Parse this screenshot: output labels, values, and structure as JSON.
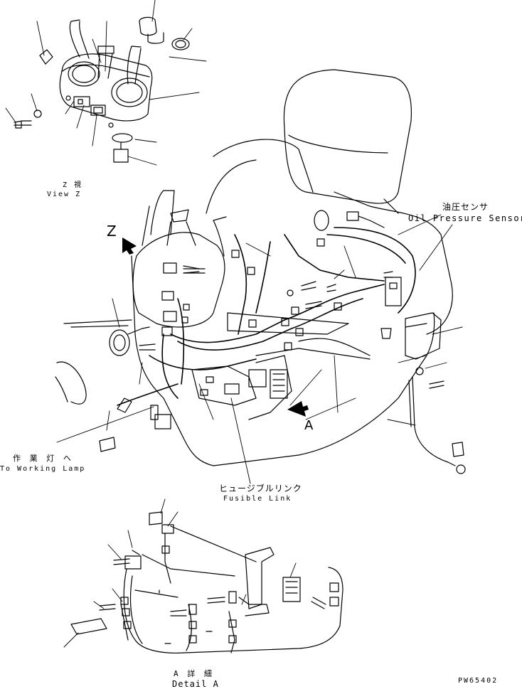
{
  "labels": {
    "view_z_jp": "Z 視",
    "view_z_en": "View Z",
    "z_marker": "Z",
    "oil_sensor_jp": "油圧センサ",
    "oil_sensor_en": "Oil Pressure Sensor",
    "working_lamp_jp": "作 業 灯 へ",
    "working_lamp_en": "To Working Lamp",
    "fusible_jp": "ヒュージブルリンク",
    "fusible_en": "Fusible Link",
    "a_marker": "A",
    "detail_jp": "A 詳 細",
    "detail_en": "Detail A",
    "drawing_no": "PW65402"
  }
}
